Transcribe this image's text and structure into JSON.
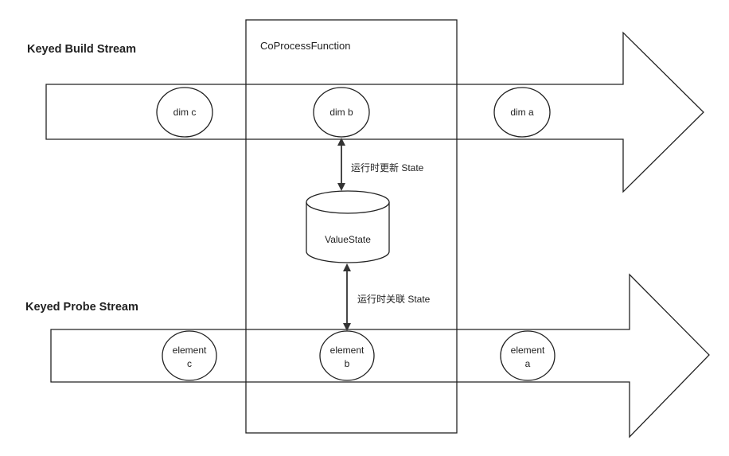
{
  "build_stream": {
    "title": "Keyed Build Stream",
    "nodes": [
      {
        "label": "dim c"
      },
      {
        "label": "dim b"
      },
      {
        "label": "dim a"
      }
    ]
  },
  "probe_stream": {
    "title": "Keyed Probe Stream",
    "nodes": [
      {
        "line1": "element",
        "line2": "c"
      },
      {
        "line1": "element",
        "line2": "b"
      },
      {
        "line1": "element",
        "line2": "a"
      }
    ]
  },
  "operator": {
    "title": "CoProcessFunction"
  },
  "state": {
    "label": "ValueState"
  },
  "links": {
    "update_label": "运行时更新 State",
    "join_label": "运行时关联 State"
  }
}
